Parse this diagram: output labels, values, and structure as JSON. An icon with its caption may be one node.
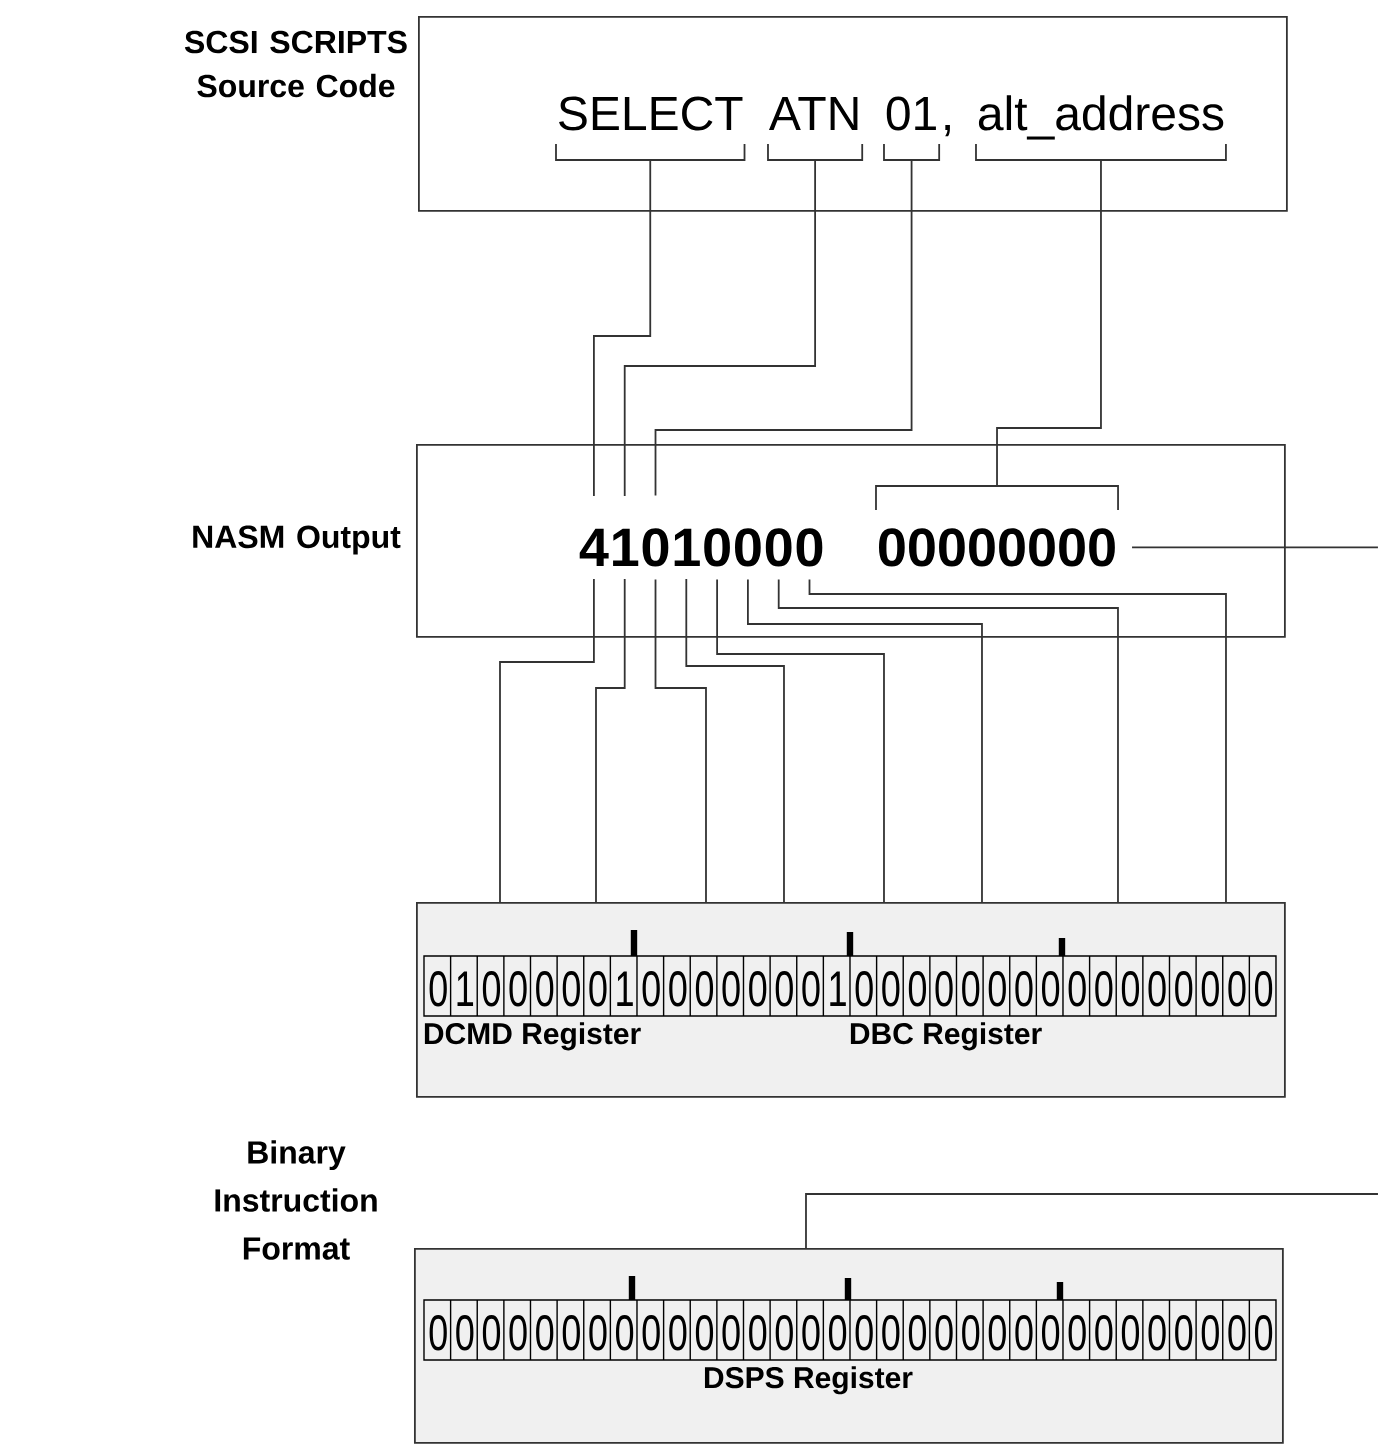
{
  "diagram": {
    "nodes": [
      {
        "text": [
          "SCSI SCRIPTS Source Code"
        ]
      },
      {
        "text": [
          "SELECT"
        ],
        "in": 0
      },
      {
        "text": [
          "ATN"
        ],
        "in": 0
      },
      {
        "text": [
          "01"
        ],
        "in": 0
      },
      {
        "text": [
          "alt_address"
        ],
        "in": 0
      },
      {
        "text": [
          "NASM Output"
        ]
      },
      {
        "text": [
          "4"
        ],
        "in": 5
      },
      {
        "text": [
          "1"
        ],
        "in": 5
      },
      {
        "text": [
          "0"
        ],
        "in": 5
      },
      {
        "text": [
          "1"
        ],
        "in": 5
      },
      {
        "text": [
          "0"
        ],
        "in": 5
      },
      {
        "text": [
          "0"
        ],
        "in": 5
      },
      {
        "text": [
          "0"
        ],
        "in": 5
      },
      {
        "text": [
          "0"
        ],
        "in": 5
      },
      {
        "text": [
          "00000000"
        ],
        "in": 5
      },
      {
        "text": [
          "01000001000000010000000000000000",
          "DCMD Register",
          "DBC Register"
        ]
      },
      {
        "text": [
          "00000000000000000000000000000000",
          "DSPS Register"
        ]
      }
    ],
    "edges": [
      {
        "from": 1,
        "to": 6,
        "arrow": "none"
      },
      {
        "from": 2,
        "to": 7,
        "arrow": "none"
      },
      {
        "from": 3,
        "to": 8,
        "arrow": "none"
      },
      {
        "from": 4,
        "to": 14,
        "arrow": "none"
      },
      {
        "from": 6,
        "to": 15,
        "arrow": "none"
      },
      {
        "from": 7,
        "to": 15,
        "arrow": "none"
      },
      {
        "from": 8,
        "to": 15,
        "arrow": "none"
      },
      {
        "from": 9,
        "to": 15,
        "arrow": "none"
      },
      {
        "from": 10,
        "to": 15,
        "arrow": "none"
      },
      {
        "from": 11,
        "to": 15,
        "arrow": "none"
      },
      {
        "from": 12,
        "to": 15,
        "arrow": "none"
      },
      {
        "from": 13,
        "to": 15,
        "arrow": "none"
      },
      {
        "from": 14,
        "to": null,
        "arrow": "none"
      },
      {
        "from": null,
        "to": 16,
        "arrow": "none"
      }
    ],
    "labels": [
      ",",
      "Binary Instruction Format"
    ]
  }
}
